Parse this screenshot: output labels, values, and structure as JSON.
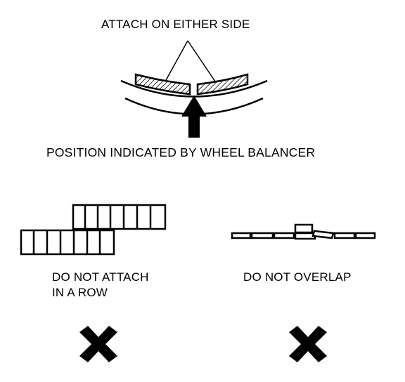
{
  "labels": {
    "attach_either_side": "ATTACH ON EITHER SIDE",
    "position_indicated": "POSITION INDICATED BY WHEEL BALANCER",
    "do_not_attach_row_line1": "DO NOT ATTACH",
    "do_not_attach_row_line2": "IN A ROW",
    "do_not_overlap": "DO NOT OVERLAP"
  },
  "icons": {
    "wrong_mark": "x-mark-icon",
    "direction": "arrow-up-icon"
  },
  "colors": {
    "ink": "#000000",
    "background": "#ffffff"
  }
}
